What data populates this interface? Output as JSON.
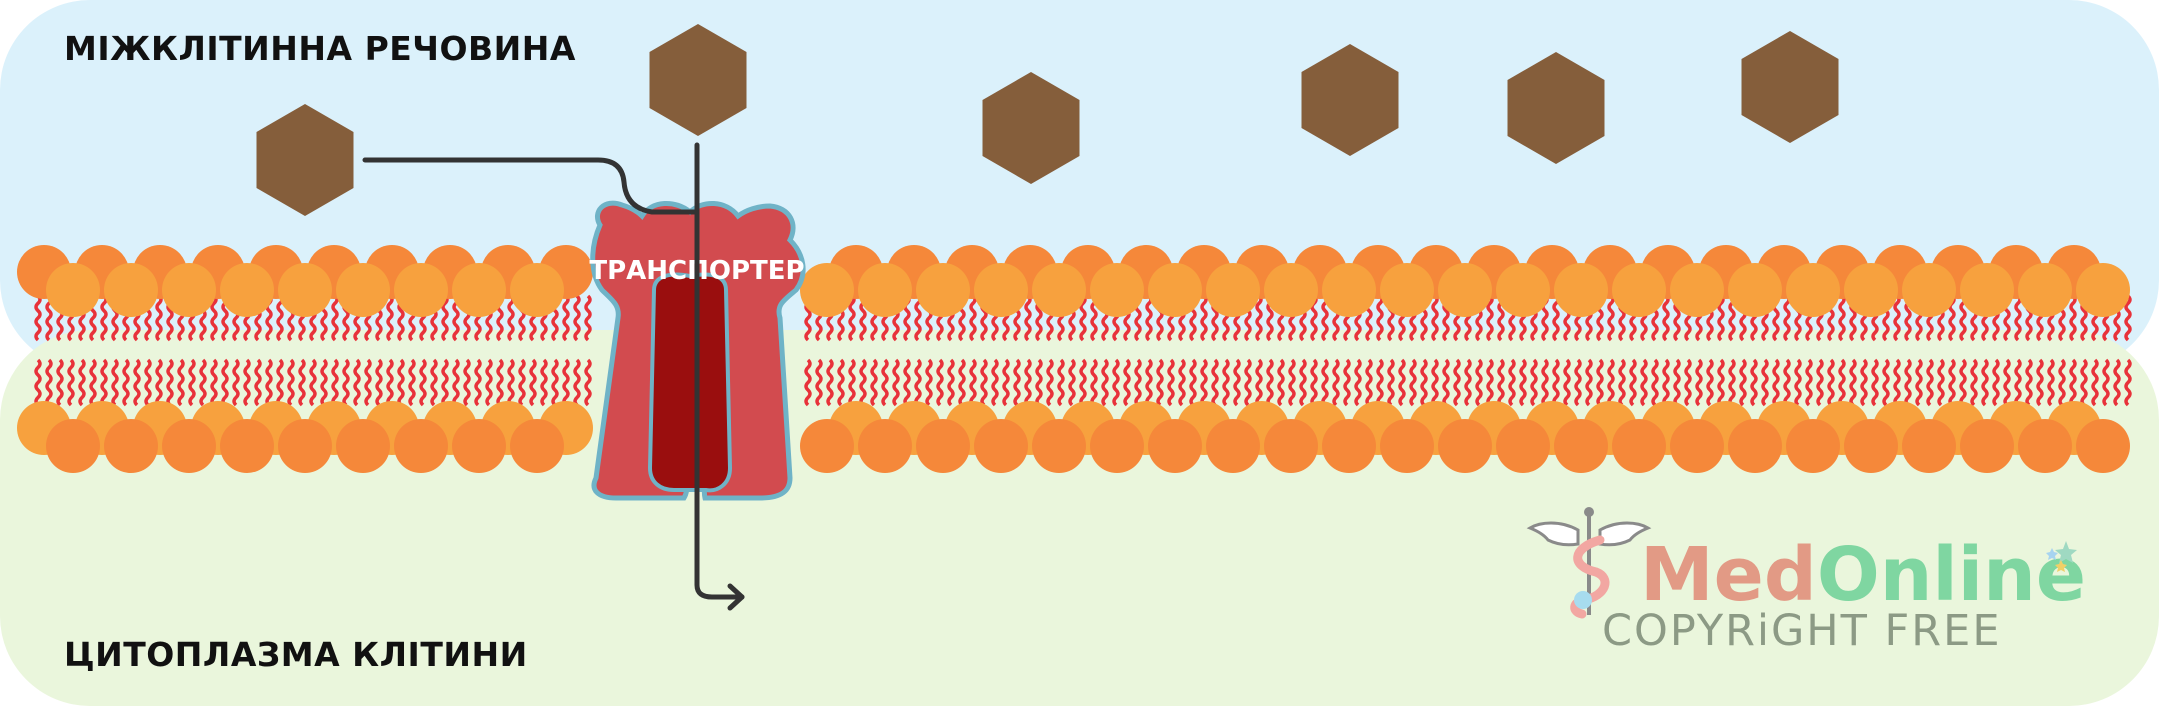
{
  "labels": {
    "extracellular": "МІЖКЛІТИННА РЕЧОВИНА",
    "cytoplasm": "ЦИТОПЛАЗМА КЛІТИНИ",
    "transporter": "ТРАНСПОРТЕР"
  },
  "logo": {
    "part1": "Med",
    "part2": "Online",
    "subtitle": "COPYRiGHT FREE"
  },
  "colors": {
    "extracellular_bg": "#dbf1fb",
    "cytoplasm_bg": "#eaf6dc",
    "phospholipid_head": "#f7a13e",
    "phospholipid_head_dark": "#f5883a",
    "lipid_tail": "#e8323a",
    "transporter_body": "#d24b4f",
    "transporter_channel": "#9a0e0e",
    "transporter_outline": "#6fb3c7",
    "molecule": "#855e3b",
    "arrow": "#333333",
    "logo_med": "#e29a85",
    "logo_online": "#7fd6a1",
    "logo_sub": "#8c9a85"
  },
  "icons": [
    "molecule-hexagon-icon",
    "caduceus-icon",
    "stars-icon"
  ]
}
